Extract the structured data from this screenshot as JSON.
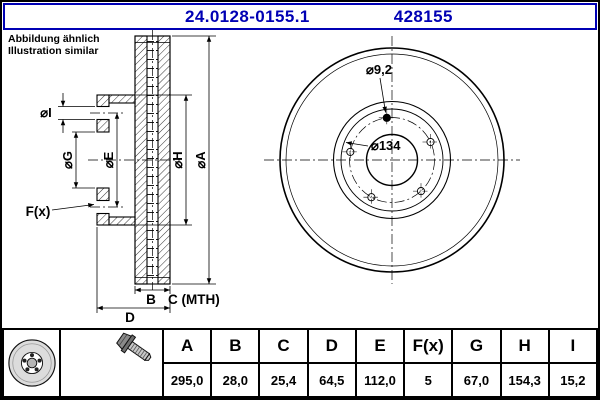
{
  "header": {
    "part_number": "24.0128-0155.1",
    "article_number": "428155",
    "accent_color": "#0000b4"
  },
  "notes": {
    "line1": "Abbildung ähnlich",
    "line2": "Illustration similar"
  },
  "drawing": {
    "labels": {
      "dia_I": "⌀I",
      "dia_G": "⌀G",
      "dia_E": "⌀E",
      "dia_H": "⌀H",
      "dia_A": "⌀A",
      "f_x": "F(x)",
      "b": "B",
      "c_mth": "C (MTH)",
      "d": "D",
      "hole_dia": "⌀9,2",
      "step_dia": "⌀134"
    },
    "icons": {
      "disc": "brake-disc-icon",
      "bolt": "wheel-bolt-icon"
    }
  },
  "table": {
    "columns": [
      {
        "label": "A",
        "value": "295,0"
      },
      {
        "label": "B",
        "value": "28,0"
      },
      {
        "label": "C",
        "value": "25,4"
      },
      {
        "label": "D",
        "value": "64,5"
      },
      {
        "label": "E",
        "value": "112,0"
      },
      {
        "label": "F(x)",
        "value": "5"
      },
      {
        "label": "G",
        "value": "67,0"
      },
      {
        "label": "H",
        "value": "154,3"
      },
      {
        "label": "I",
        "value": "15,2"
      }
    ]
  }
}
